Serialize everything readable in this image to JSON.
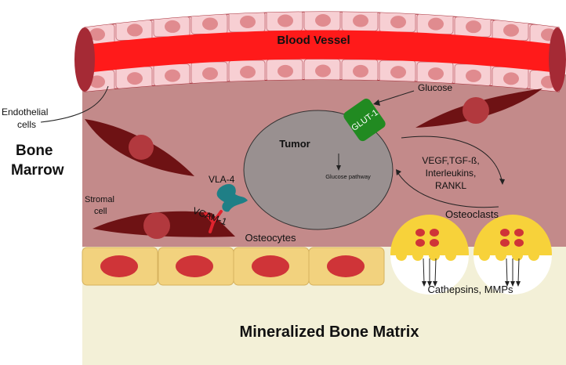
{
  "labels": {
    "blood_vessel": "Blood Vessel",
    "endothelial_line1": "Endothelial",
    "endothelial_line2": "cells",
    "bone_marrow_line1": "Bone",
    "bone_marrow_line2": "Marrow",
    "glucose": "Glucose",
    "glut1": "GLUT-1",
    "tumor": "Tumor",
    "glucose_pathway": "Glucose pathway",
    "vla4": "VLA-4",
    "vcam1": "VCAM-1",
    "stromal_line1": "Stromal",
    "stromal_line2": "cell",
    "factors": [
      "VEGF,TGF-ß,",
      "Interleukins,",
      "RANKL"
    ],
    "osteoclasts": "Osteoclasts",
    "osteocytes": "Osteocytes",
    "cathepsins": "Cathepsins, MMPs",
    "matrix": "Mineralized Bone Matrix"
  },
  "colors": {
    "marrow": "#c38a8a",
    "vessel_red": "#ff1a1a",
    "vessel_dark": "#a52a35",
    "endothelial_fill": "#f7cfd3",
    "endothelial_nucleus": "#e08b8f",
    "stromal_cell": "#6e1214",
    "stromal_nucleus": "#b2393e",
    "tumor": "#999090",
    "glut1": "#218a21",
    "vla4": "#1f7f86",
    "vcam1": "#e0242e",
    "osteocyte_fill": "#f2d27e",
    "osteocyte_nucleus": "#cf3438",
    "osteoclast_yellow": "#f7d23a",
    "matrix": "#f3f0d7"
  }
}
